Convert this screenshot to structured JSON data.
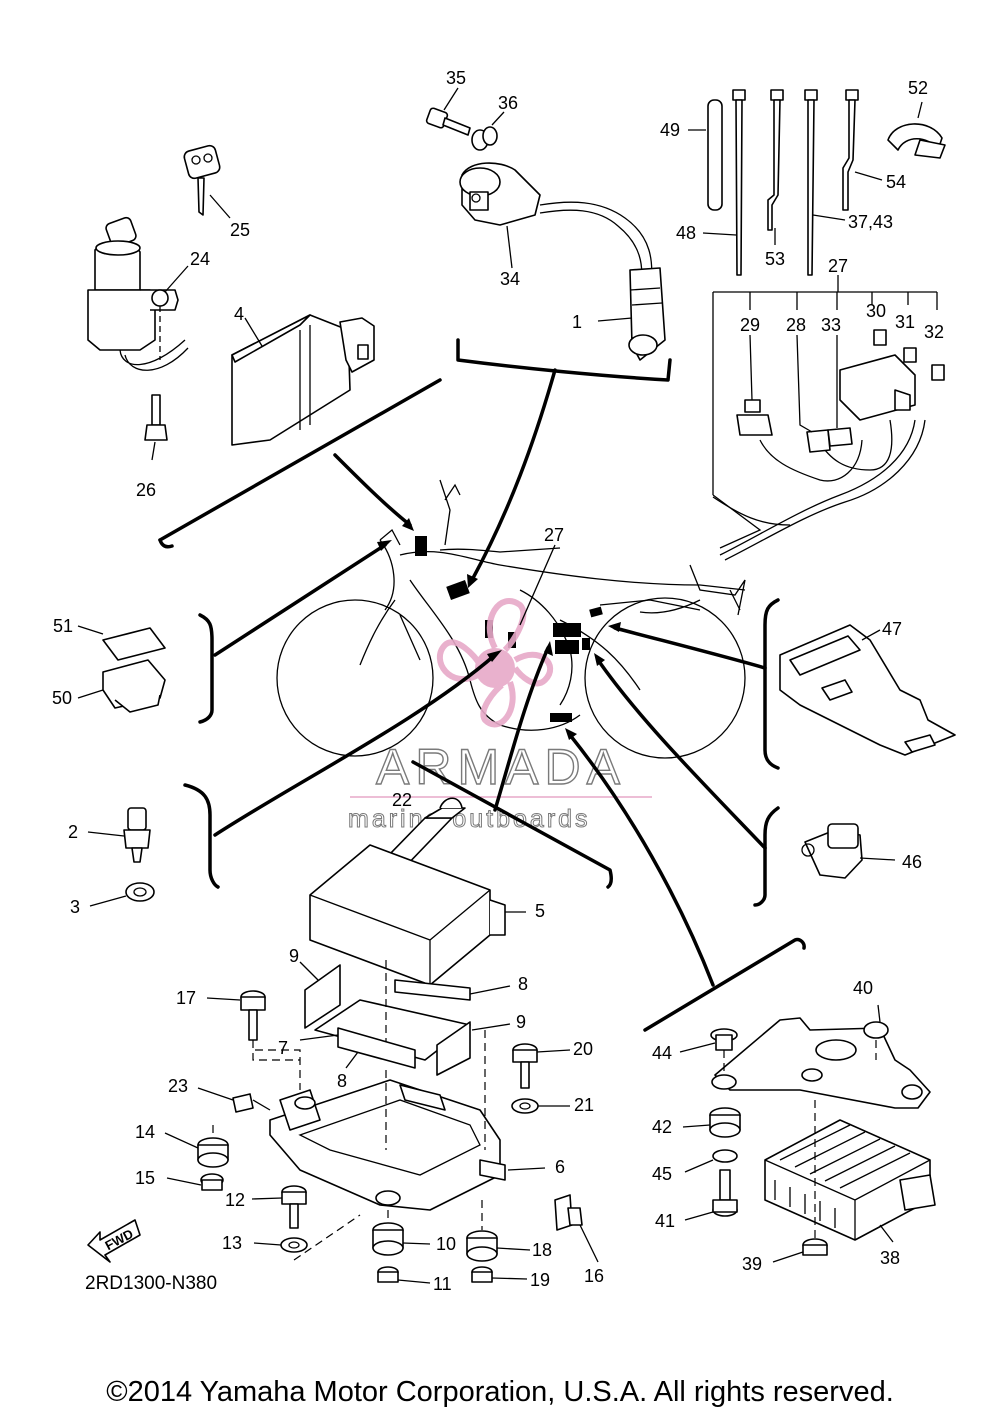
{
  "diagram": {
    "part_code": "2RD1300-N380",
    "fwd_label": "FWD",
    "copyright": "©2014 Yamaha Motor Corporation, U.S.A. All rights reserved.",
    "watermark": {
      "brand": "ARMADA",
      "tagline": "marine outboards",
      "color": "#e7a9c8"
    },
    "callouts": {
      "c1": "1",
      "c2": "2",
      "c3": "3",
      "c4": "4",
      "c5": "5",
      "c6": "6",
      "c7": "7",
      "c8a": "8",
      "c8b": "8",
      "c9a": "9",
      "c9b": "9",
      "c10": "10",
      "c11": "11",
      "c12": "12",
      "c13": "13",
      "c14": "14",
      "c15": "15",
      "c16": "16",
      "c17": "17",
      "c18": "18",
      "c19": "19",
      "c20": "20",
      "c21": "21",
      "c22": "22",
      "c23": "23",
      "c24": "24",
      "c25": "25",
      "c26": "26",
      "c27a": "27",
      "c27b": "27",
      "c28": "28",
      "c29": "29",
      "c30": "30",
      "c31": "31",
      "c32": "32",
      "c33": "33",
      "c34": "34",
      "c35": "35",
      "c36": "36",
      "c3743": "37,43",
      "c38": "38",
      "c39": "39",
      "c40": "40",
      "c41": "41",
      "c42": "42",
      "c44": "44",
      "c45": "45",
      "c46": "46",
      "c47": "47",
      "c48": "48",
      "c49": "49",
      "c50": "50",
      "c51": "51",
      "c52": "52",
      "c53": "53",
      "c54": "54"
    }
  }
}
